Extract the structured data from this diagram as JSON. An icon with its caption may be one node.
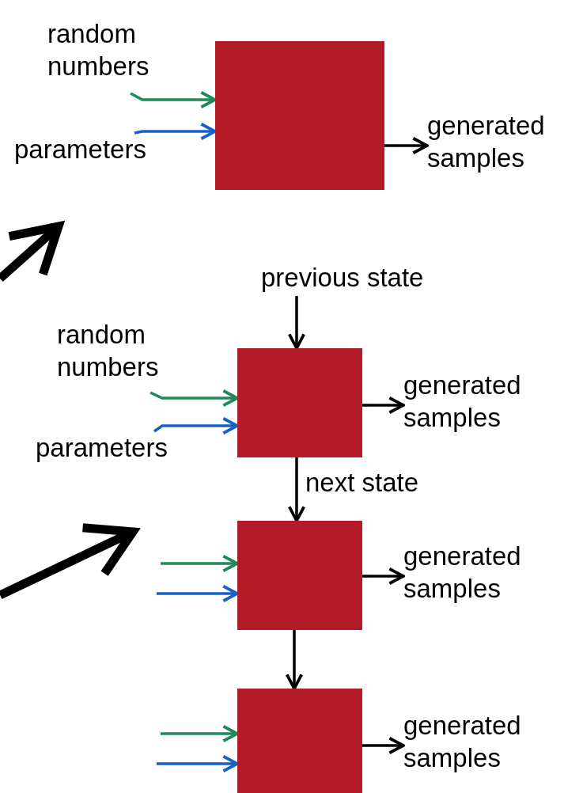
{
  "diagram": {
    "nodes": [
      {
        "text": [
          "random numbers"
        ]
      },
      {
        "text": [
          "parameters"
        ]
      },
      {
        "text": [],
        "shape": "box"
      },
      {
        "text": [
          "generated samples"
        ]
      },
      {
        "text": [
          "previous state"
        ]
      },
      {
        "text": [
          "random numbers"
        ]
      },
      {
        "text": [
          "parameters"
        ]
      },
      {
        "text": [],
        "shape": "box"
      },
      {
        "text": [
          "generated samples"
        ]
      },
      {
        "text": [],
        "shape": "box"
      },
      {
        "text": [
          "generated samples"
        ]
      },
      {
        "text": [],
        "shape": "box"
      },
      {
        "text": [
          "generated samples"
        ]
      }
    ],
    "edges": [
      {
        "from": 0,
        "to": 2,
        "arrow": "to",
        "color": "#1e8a5a"
      },
      {
        "from": 1,
        "to": 2,
        "arrow": "to",
        "color": "#1462c8"
      },
      {
        "from": 2,
        "to": 3,
        "arrow": "to"
      },
      {
        "from": 4,
        "to": 7,
        "arrow": "to"
      },
      {
        "from": 5,
        "to": 7,
        "arrow": "to",
        "color": "#1e8a5a"
      },
      {
        "from": 6,
        "to": 7,
        "arrow": "to",
        "color": "#1462c8"
      },
      {
        "from": 7,
        "to": 8,
        "arrow": "to"
      },
      {
        "from": 7,
        "to": 9,
        "arrow": "to",
        "label": "next state"
      },
      {
        "from": null,
        "to": 9,
        "arrow": "to",
        "color": "#1e8a5a"
      },
      {
        "from": null,
        "to": 9,
        "arrow": "to",
        "color": "#1462c8"
      },
      {
        "from": 9,
        "to": 10,
        "arrow": "to"
      },
      {
        "from": 9,
        "to": 11,
        "arrow": "to"
      },
      {
        "from": null,
        "to": 11,
        "arrow": "to",
        "color": "#1e8a5a"
      },
      {
        "from": null,
        "to": 11,
        "arrow": "to",
        "color": "#1462c8"
      },
      {
        "from": 11,
        "to": 12,
        "arrow": "to"
      }
    ]
  }
}
